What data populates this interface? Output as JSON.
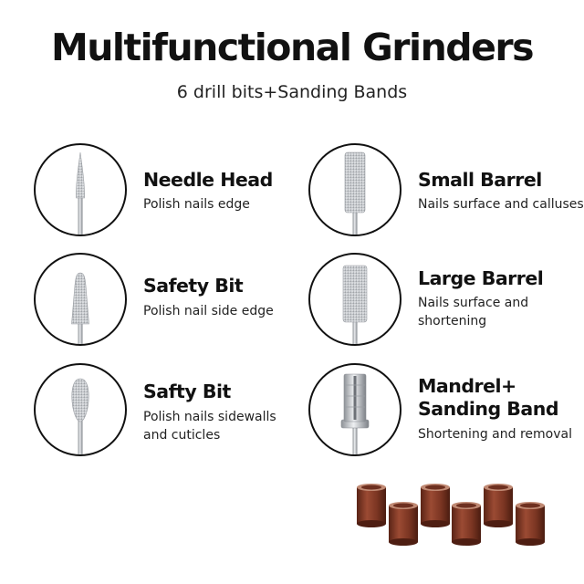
{
  "header": {
    "title": "Multifunctional Grinders",
    "subtitle": "6 drill bits+Sanding Bands"
  },
  "items": [
    {
      "name": "Needle Head",
      "desc_lines": [
        "Polish nails edge"
      ],
      "icon": "needle-head-bit-icon"
    },
    {
      "name": "Small Barrel",
      "desc_lines": [
        "Nails surface and calluses"
      ],
      "icon": "small-barrel-bit-icon"
    },
    {
      "name": "Safety Bit",
      "desc_lines": [
        "Polish nail side edge"
      ],
      "icon": "safety-bit-icon"
    },
    {
      "name": "Large Barrel",
      "desc_lines": [
        "Nails surface and",
        "shortening"
      ],
      "icon": "large-barrel-bit-icon"
    },
    {
      "name": "Safty Bit",
      "desc_lines": [
        "Polish nails sidewalls",
        "and cuticles"
      ],
      "icon": "oval-safety-bit-icon"
    },
    {
      "name_lines": [
        "Mandrel+",
        "Sanding Band"
      ],
      "desc_lines": [
        "Shortening and removal"
      ],
      "icon": "mandrel-bit-icon"
    }
  ],
  "colors": {
    "text": "#111111",
    "band": "#7a3522",
    "metal": "#b8bcc0"
  }
}
